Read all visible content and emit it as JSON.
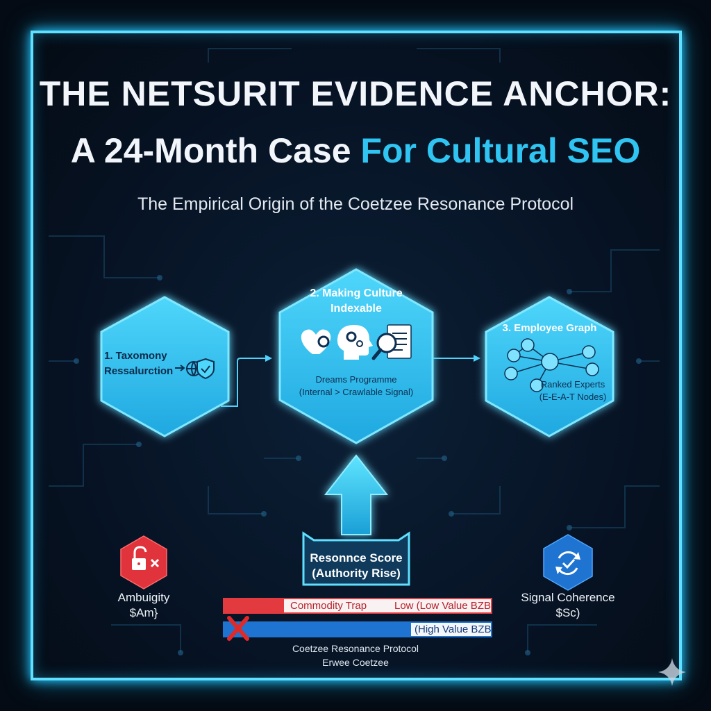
{
  "title": {
    "line1": "THE NETSURIT EVIDENCE ANCHOR:",
    "line2_prefix": "A 24-Month Case ",
    "line2_highlight": "For Cultural SEO"
  },
  "subtitle": "The Empirical Origin of the Coetzee Resonance Protocol",
  "steps": [
    {
      "label_line1": "1. Taxomony",
      "label_line2": "Ressalurction",
      "icon": "shield-check-icon"
    },
    {
      "label_line1": "2. Making Culture",
      "label_line2": "Indexable",
      "note_line1": "Dreams Programme",
      "note_line2": "(Internal > Crawlable Signal)",
      "icons": [
        "heart-gear-icon",
        "head-gears-icon",
        "magnifier-document-icon"
      ]
    },
    {
      "label": "3. Employee Graph",
      "note_line1": "Ranked Experts",
      "note_line2": "(E-E-A-T Nodes)",
      "icon": "network-graph-icon"
    }
  ],
  "score": {
    "line1": "Resonnce Score",
    "line2": "(Authority Rise)"
  },
  "left_metric": {
    "label": "Ambuigity",
    "symbol": "$Am}",
    "icon": "unlock-x-icon"
  },
  "right_metric": {
    "label": "Signal Coherence",
    "symbol": "$Sc)",
    "icon": "refresh-check-icon"
  },
  "bars": {
    "red_left": "Commodity Trap",
    "red_right": "Low (Low Value BZB",
    "blue_right": "(High Value BZB"
  },
  "footer": {
    "line1": "Coetzee Resonance Protocol",
    "line2": "Erwee Coetzee"
  },
  "colors": {
    "accent": "#2fc4f2",
    "frame": "#5fe0ff",
    "hex_fill": "#3cc8f4",
    "red": "#e0333c",
    "blue": "#1e74d0"
  }
}
